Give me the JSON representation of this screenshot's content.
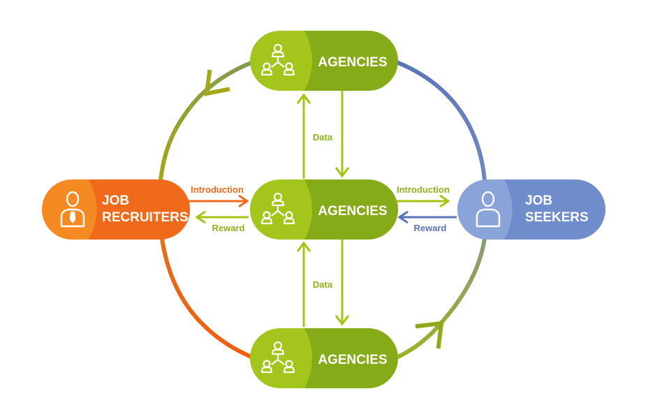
{
  "nodes": {
    "agencies_top": {
      "label": "AGENCIES",
      "icon": "people-network-icon"
    },
    "agencies_center": {
      "label": "AGENCIES",
      "icon": "people-network-icon"
    },
    "agencies_bottom": {
      "label": "AGENCIES",
      "icon": "people-network-icon"
    },
    "job_recruiters": {
      "label_line1": "JOB",
      "label_line2": "RECRUITERS",
      "icon": "recruiter-person-icon"
    },
    "job_seekers": {
      "label_line1": "JOB",
      "label_line2": "SEEKERS",
      "icon": "seeker-person-icon"
    }
  },
  "edges": {
    "recruiters_to_center": {
      "label": "Introduction"
    },
    "center_to_recruiters": {
      "label": "Reward"
    },
    "center_to_seekers": {
      "label": "Introduction"
    },
    "seekers_to_center": {
      "label": "Reward"
    },
    "top_center_link": {
      "label": "Data"
    },
    "center_bottom_link": {
      "label": "Data"
    }
  },
  "colors": {
    "agencies_green": "#9dc21c",
    "agencies_green_dark": "#7ea51a",
    "recruiters_orange": "#f58220",
    "recruiters_orange_dark": "#ee6a1d",
    "seekers_blue": "#7f99d3",
    "seekers_blue_dark": "#6886c7",
    "arrow_green": "#a6c312",
    "arrow_orange": "#f26b1d",
    "arrow_blue": "#5a73b6"
  }
}
